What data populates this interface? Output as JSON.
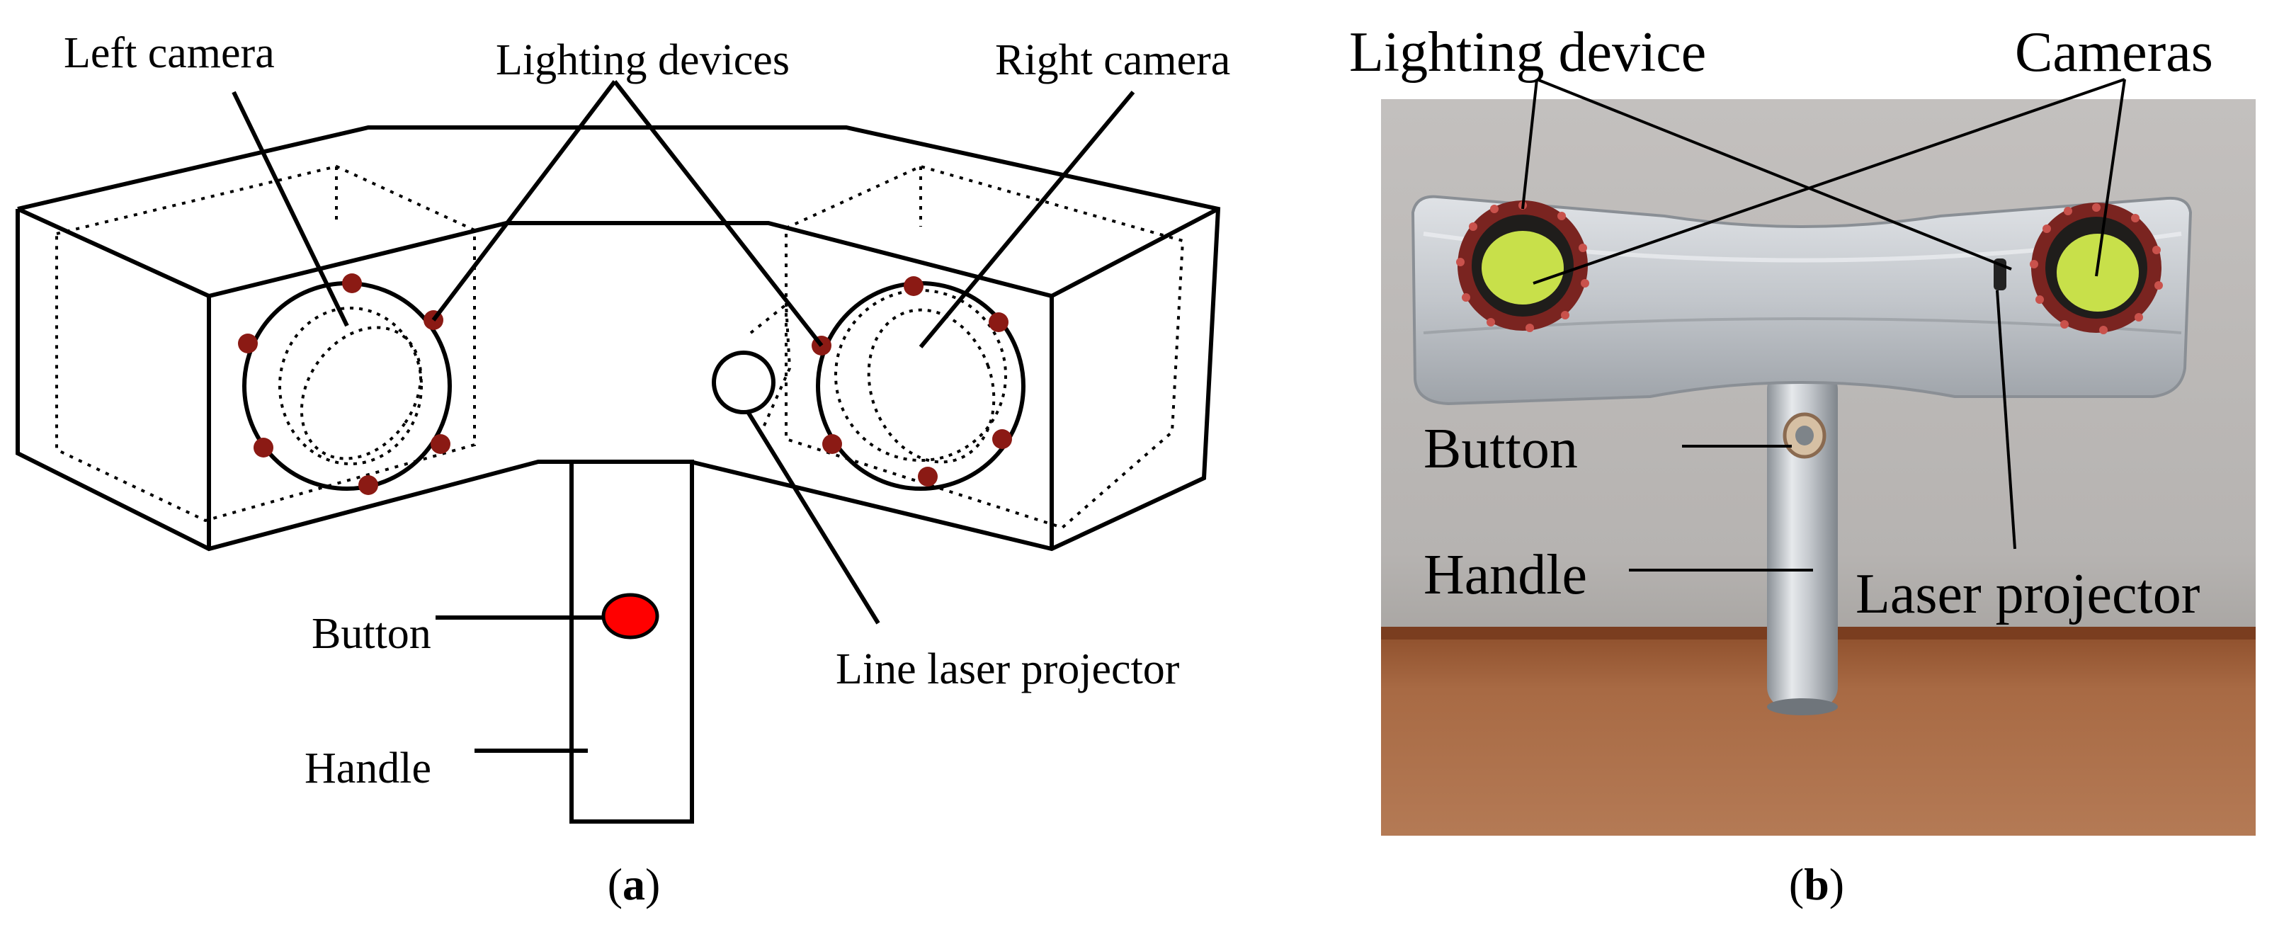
{
  "panel_a": {
    "caption": "a",
    "labels": {
      "left_camera": "Left camera",
      "lighting_devices": "Lighting devices",
      "right_camera": "Right camera",
      "button": "Button",
      "handle": "Handle",
      "line_laser_projector": "Line laser projector"
    }
  },
  "panel_b": {
    "caption": "b",
    "labels": {
      "lighting_device": "Lighting device",
      "cameras": "Cameras",
      "button": "Button",
      "handle": "Handle",
      "laser_projector": "Laser projector"
    }
  },
  "colors": {
    "led": "#8b0000",
    "button": "#ff0000",
    "lens": "#c8e04a",
    "wall": "#b9b6b3",
    "table": "#9a5a34",
    "metal": "#c9ccd0"
  }
}
